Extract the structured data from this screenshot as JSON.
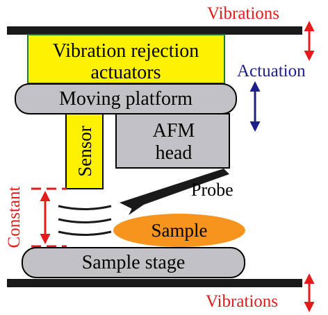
{
  "labels": {
    "vibrations_top": "Vibrations",
    "vibrations_bottom": "Vibrations",
    "actuators_line1": "Vibration rejection",
    "actuators_line2": "actuators",
    "actuation": "Actuation",
    "moving_platform": "Moving platform",
    "sensor": "Sensor",
    "afm_head_line1": "AFM",
    "afm_head_line2": "head",
    "probe": "Probe",
    "constant": "Constant",
    "sample": "Sample",
    "sample_stage": "Sample stage"
  },
  "colors": {
    "vibration_red": "#e31b1b",
    "actuation_blue": "#1f1f8c",
    "actuator_yellow": "#fff200",
    "actuator_border": "#1e7a1e",
    "platform_gray": "#c2c2c6",
    "sample_orange": "#f7941d",
    "beam_black": "#1a1a1a"
  }
}
